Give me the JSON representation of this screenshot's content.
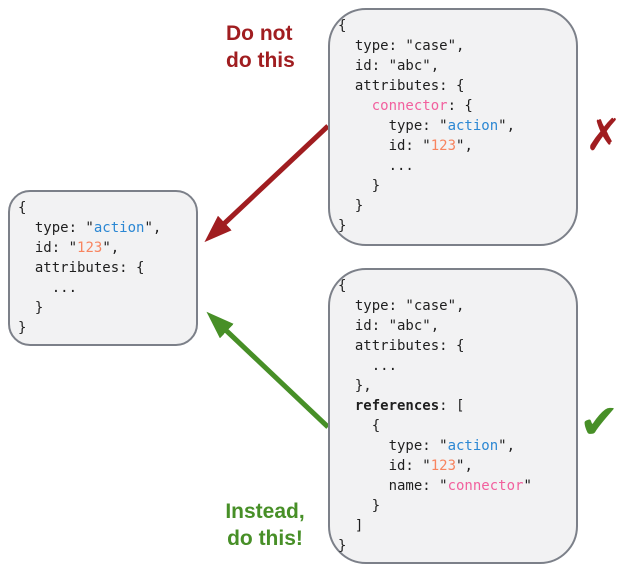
{
  "colors": {
    "red": "#a01d20",
    "green": "#478f27",
    "blue": "#2b87d3",
    "orange": "#f8845f",
    "pink": "#f2609e",
    "box-fill": "#f2f2f3",
    "box-border": "#7c8089",
    "code": "#1f1f1f"
  },
  "labels": {
    "do_not": {
      "line1": "Do not",
      "line2": "do this"
    },
    "instead": {
      "line1": "Instead,",
      "line2": "do this!"
    }
  },
  "marks": {
    "cross": "✗",
    "check": "✔"
  },
  "boxes": {
    "action_object": {
      "lines": [
        [
          {
            "t": "{"
          }
        ],
        [
          {
            "t": "  type: \""
          },
          {
            "t": "action",
            "c": "blue"
          },
          {
            "t": "\","
          }
        ],
        [
          {
            "t": "  id: \""
          },
          {
            "t": "123",
            "c": "orange"
          },
          {
            "t": "\","
          }
        ],
        [
          {
            "t": "  attributes: {"
          }
        ],
        [
          {
            "t": "    ..."
          }
        ],
        [
          {
            "t": "  }"
          }
        ],
        [
          {
            "t": "}"
          }
        ]
      ]
    },
    "case_nested": {
      "lines": [
        [
          {
            "t": "{"
          }
        ],
        [
          {
            "t": "  type: \"case\","
          }
        ],
        [
          {
            "t": "  id: \"abc\","
          }
        ],
        [
          {
            "t": "  attributes: {"
          }
        ],
        [
          {
            "t": "    "
          },
          {
            "t": "connector",
            "c": "pink"
          },
          {
            "t": ": {"
          }
        ],
        [
          {
            "t": "      type: \""
          },
          {
            "t": "action",
            "c": "blue"
          },
          {
            "t": "\","
          }
        ],
        [
          {
            "t": "      id: \""
          },
          {
            "t": "123",
            "c": "orange"
          },
          {
            "t": "\","
          }
        ],
        [
          {
            "t": "      ..."
          }
        ],
        [
          {
            "t": "    }"
          }
        ],
        [
          {
            "t": "  }"
          }
        ],
        [
          {
            "t": "}"
          }
        ]
      ]
    },
    "case_references": {
      "lines": [
        [
          {
            "t": "{"
          }
        ],
        [
          {
            "t": "  type: \"case\","
          }
        ],
        [
          {
            "t": "  id: \"abc\","
          }
        ],
        [
          {
            "t": "  attributes: {"
          }
        ],
        [
          {
            "t": "    ..."
          }
        ],
        [
          {
            "t": "  },"
          }
        ],
        [
          {
            "t": "  "
          },
          {
            "t": "references",
            "c": "bold"
          },
          {
            "t": ": ["
          }
        ],
        [
          {
            "t": "    {"
          }
        ],
        [
          {
            "t": "      type: \""
          },
          {
            "t": "action",
            "c": "blue"
          },
          {
            "t": "\","
          }
        ],
        [
          {
            "t": "      id: \""
          },
          {
            "t": "123",
            "c": "orange"
          },
          {
            "t": "\","
          }
        ],
        [
          {
            "t": "      name: \""
          },
          {
            "t": "connector",
            "c": "pink"
          },
          {
            "t": "\""
          }
        ],
        [
          {
            "t": "    }"
          }
        ],
        [
          {
            "t": "  ]"
          }
        ],
        [
          {
            "t": "}"
          }
        ]
      ]
    }
  }
}
